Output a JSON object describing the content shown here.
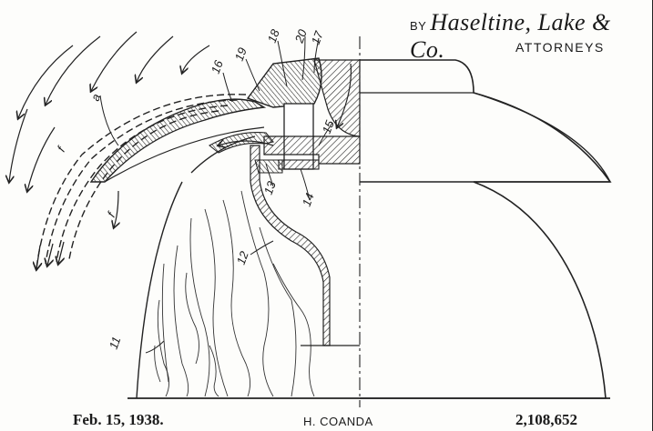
{
  "signature": {
    "by": "BY",
    "firm": "Haseltine, Lake & Co."
  },
  "attorneys_label": "ATTORNEYS",
  "footer": {
    "date": "Feb. 15, 1938.",
    "inventor": "H. COANDA",
    "patent_number": "2,108,652"
  },
  "references": {
    "r_f1": "f",
    "r_f2": "f",
    "r_a": "a",
    "r_16": "16",
    "r_19": "19",
    "r_18": "18",
    "r_20": "20",
    "r_17": "17",
    "r_15": "15",
    "r_13": "13",
    "r_14": "14",
    "r_12": "12",
    "r_11": "11"
  }
}
